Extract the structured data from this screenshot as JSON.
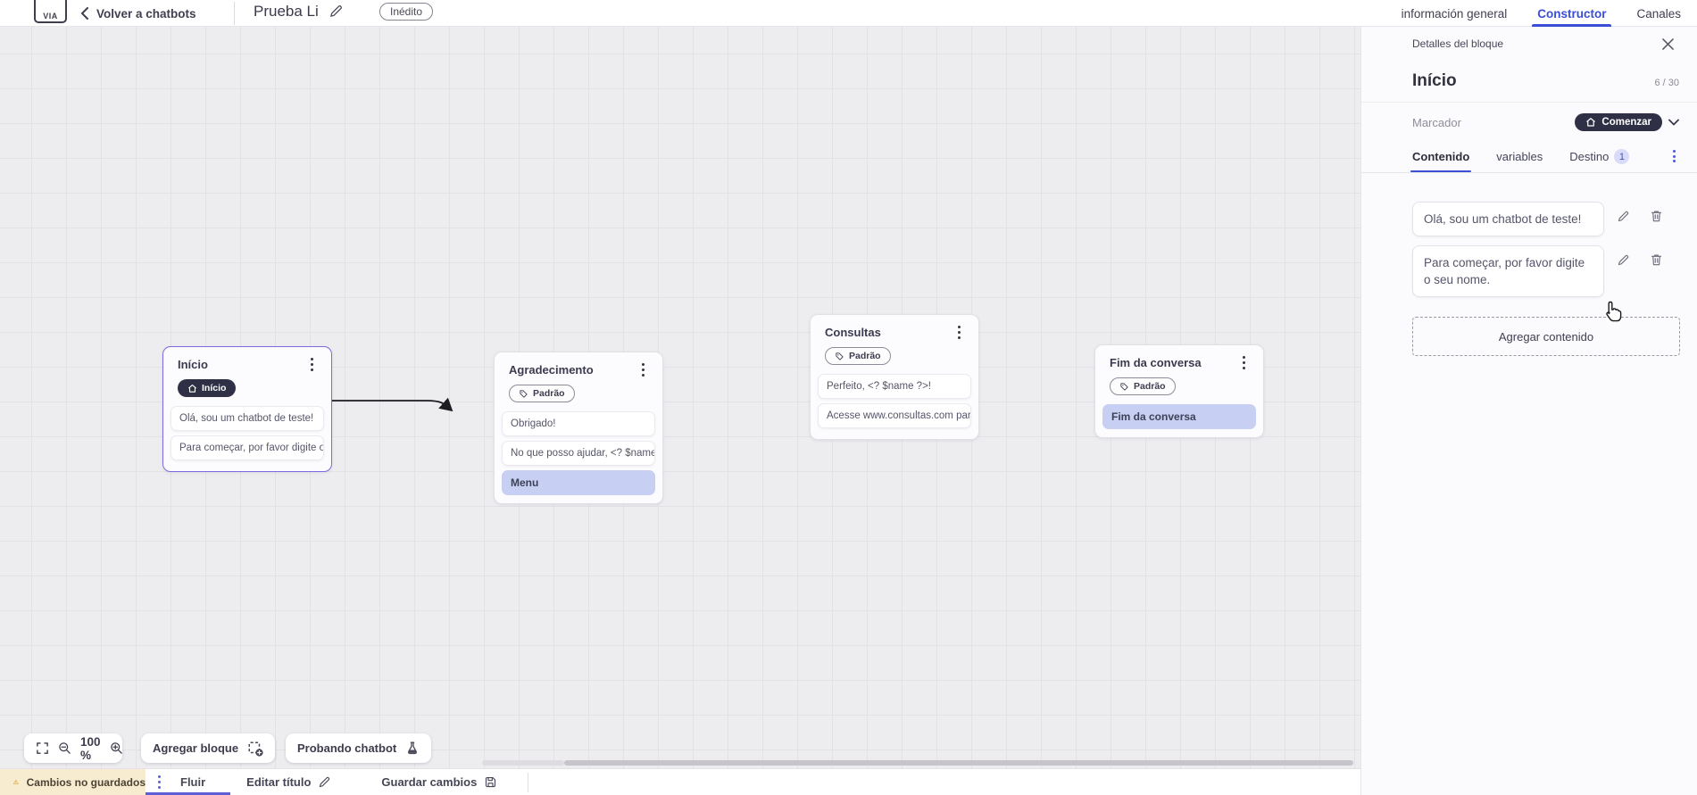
{
  "topbar": {
    "back_label": "Volver a chatbots",
    "title": "Prueba Li",
    "status_badge": "Inédito",
    "tabs": [
      {
        "label": "información general",
        "active": false
      },
      {
        "label": "Constructor",
        "active": true
      },
      {
        "label": "Canales",
        "active": false
      }
    ]
  },
  "panel": {
    "header": "Detalles del bloque",
    "block_title": "Início",
    "char_count": "6 / 30",
    "marker_label": "Marcador",
    "marker_value": "Comenzar",
    "tabs": [
      {
        "label": "Contenido",
        "active": true
      },
      {
        "label": "variables",
        "active": false
      },
      {
        "label": "Destino",
        "badge": "1",
        "active": false
      }
    ],
    "contents": [
      {
        "text": "Olá, sou um chatbot de teste!"
      },
      {
        "text": "Para começar, por favor digite o seu nome."
      }
    ],
    "add_content_label": "Agregar contenido"
  },
  "canvas": {
    "nodes": [
      {
        "title": "Início",
        "badge": {
          "label": "Início",
          "style": "dark"
        },
        "selected": true,
        "items": [
          {
            "type": "message",
            "text": "Olá, sou um chatbot de teste!"
          },
          {
            "type": "message",
            "text": "Para começar, por favor digite o ..."
          }
        ]
      },
      {
        "title": "Agradecimento",
        "badge": {
          "label": "Padrão",
          "style": "outline"
        },
        "selected": false,
        "items": [
          {
            "type": "message",
            "text": "Obrigado!"
          },
          {
            "type": "message",
            "text": "No que posso ajudar, <? $name ..."
          },
          {
            "type": "highlight",
            "text": "Menu"
          }
        ]
      },
      {
        "title": "Consultas",
        "badge": {
          "label": "Padrão",
          "style": "outline"
        },
        "selected": false,
        "items": [
          {
            "type": "message",
            "text": "Perfeito, <? $name ?>!"
          },
          {
            "type": "message",
            "text": "Acesse www.consultas.com par..."
          }
        ]
      },
      {
        "title": "Fim da conversa",
        "badge": {
          "label": "Padrão",
          "style": "outline"
        },
        "selected": false,
        "items": [
          {
            "type": "highlight",
            "text": "Fim da conversa"
          }
        ]
      }
    ]
  },
  "toolbar": {
    "zoom_level": "100 %",
    "add_block_label": "Agregar bloque",
    "test_label": "Probando chatbot"
  },
  "bottombar": {
    "unsaved_label": "Cambios no guardados",
    "flow_tab_label": "Fluir",
    "edit_title_label": "Editar título",
    "save_label": "Guardar cambios"
  },
  "icons": {
    "back": "chevron-left",
    "edit": "pencil",
    "delete": "trash",
    "home": "house",
    "tag": "label-tag",
    "menu": "kebab-vertical-dots",
    "close": "x",
    "chevron_down": "v",
    "fit_screen": "corner-brackets",
    "zoom_out": "magnifier-minus",
    "zoom_in": "magnifier-plus",
    "add_block": "dashed-square-plus",
    "test": "flask",
    "warning": "triangle-exclamation",
    "save": "floppy-disk",
    "cursor": "hand-pointer"
  },
  "colors": {
    "accent_blue": "#3b4ed8",
    "accent_purple": "#7a6ce0",
    "dark_pill": "#2f2f45",
    "highlight_row_bg": "#c7cff2",
    "warning_icon": "#e0a526",
    "unsaved_bg": "#f8ecd0",
    "canvas_bg": "#edecef"
  }
}
